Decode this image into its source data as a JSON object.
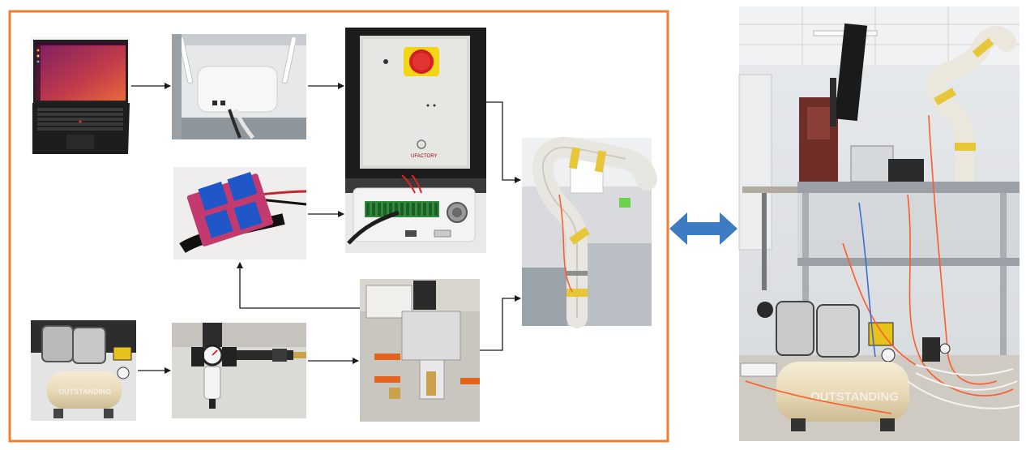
{
  "figure": {
    "brand_labels": {
      "compressor_left": "OUTSTANDING",
      "compressor_right": "OUTSTANDING",
      "controller": "UFACTORY"
    },
    "colors": {
      "frame_border": "#f07e2d",
      "bidirectional_arrow": "#3d7cc2",
      "flow_arrow": "#1a1a1a"
    },
    "nodes": [
      {
        "id": "laptop",
        "icon": "laptop-photo"
      },
      {
        "id": "router",
        "icon": "wifi-router-photo"
      },
      {
        "id": "control-box",
        "icon": "robot-controller-photo"
      },
      {
        "id": "relay-module",
        "icon": "relay-module-photo"
      },
      {
        "id": "terminal-block",
        "icon": "io-terminal-photo"
      },
      {
        "id": "robot-arm",
        "icon": "robot-arm-photo"
      },
      {
        "id": "air-compressor",
        "icon": "air-compressor-photo"
      },
      {
        "id": "air-filter-regulator",
        "icon": "pressure-regulator-photo"
      },
      {
        "id": "solenoid-valve",
        "icon": "solenoid-valve-photo"
      },
      {
        "id": "lab-setup",
        "icon": "lab-setup-photo"
      }
    ],
    "edges": [
      {
        "from": "laptop",
        "to": "router"
      },
      {
        "from": "router",
        "to": "control-box"
      },
      {
        "from": "control-box",
        "to": "robot-arm"
      },
      {
        "from": "relay-module",
        "to": "terminal-block"
      },
      {
        "from": "air-compressor",
        "to": "air-filter-regulator"
      },
      {
        "from": "air-filter-regulator",
        "to": "solenoid-valve"
      },
      {
        "from": "solenoid-valve",
        "to": "robot-arm"
      },
      {
        "from": "solenoid-valve",
        "to": "relay-module"
      },
      {
        "from": "diagram",
        "to": "lab-setup",
        "bidirectional": true
      }
    ]
  }
}
